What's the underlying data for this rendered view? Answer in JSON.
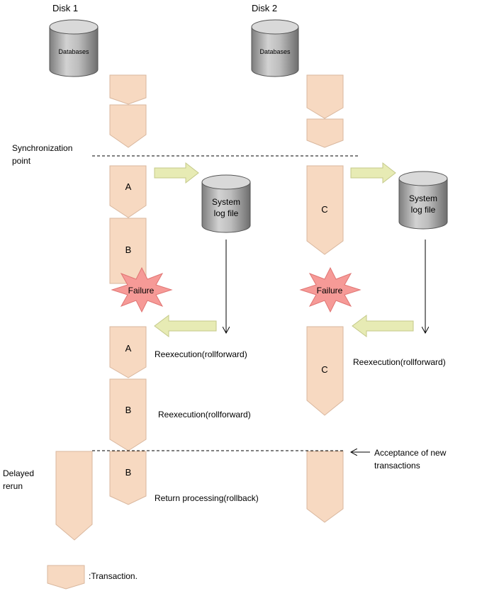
{
  "disks": [
    {
      "label": "Disk 1",
      "db_label": "Databases"
    },
    {
      "label": "Disk 2",
      "db_label": "Databases"
    }
  ],
  "sync_point_label": [
    "Synchronization",
    "point"
  ],
  "syslog_label": [
    "System",
    "log file"
  ],
  "failure_label": "Failure",
  "transactions": {
    "a": "A",
    "b": "B",
    "c": "C"
  },
  "reexecution_label": "Reexecution(rollforward)",
  "return_label": "Return processing(rollback)",
  "delayed_rerun_label": [
    "Delayed",
    "rerun"
  ],
  "acceptance_label": [
    "Acceptance of new",
    "transactions"
  ],
  "legend_label": ":Transaction.",
  "colors": {
    "transaction": "#f7d9c1",
    "arrow": "#e7ebb4",
    "failure": "#f69a97",
    "cylinder": "#a6a6a6"
  }
}
